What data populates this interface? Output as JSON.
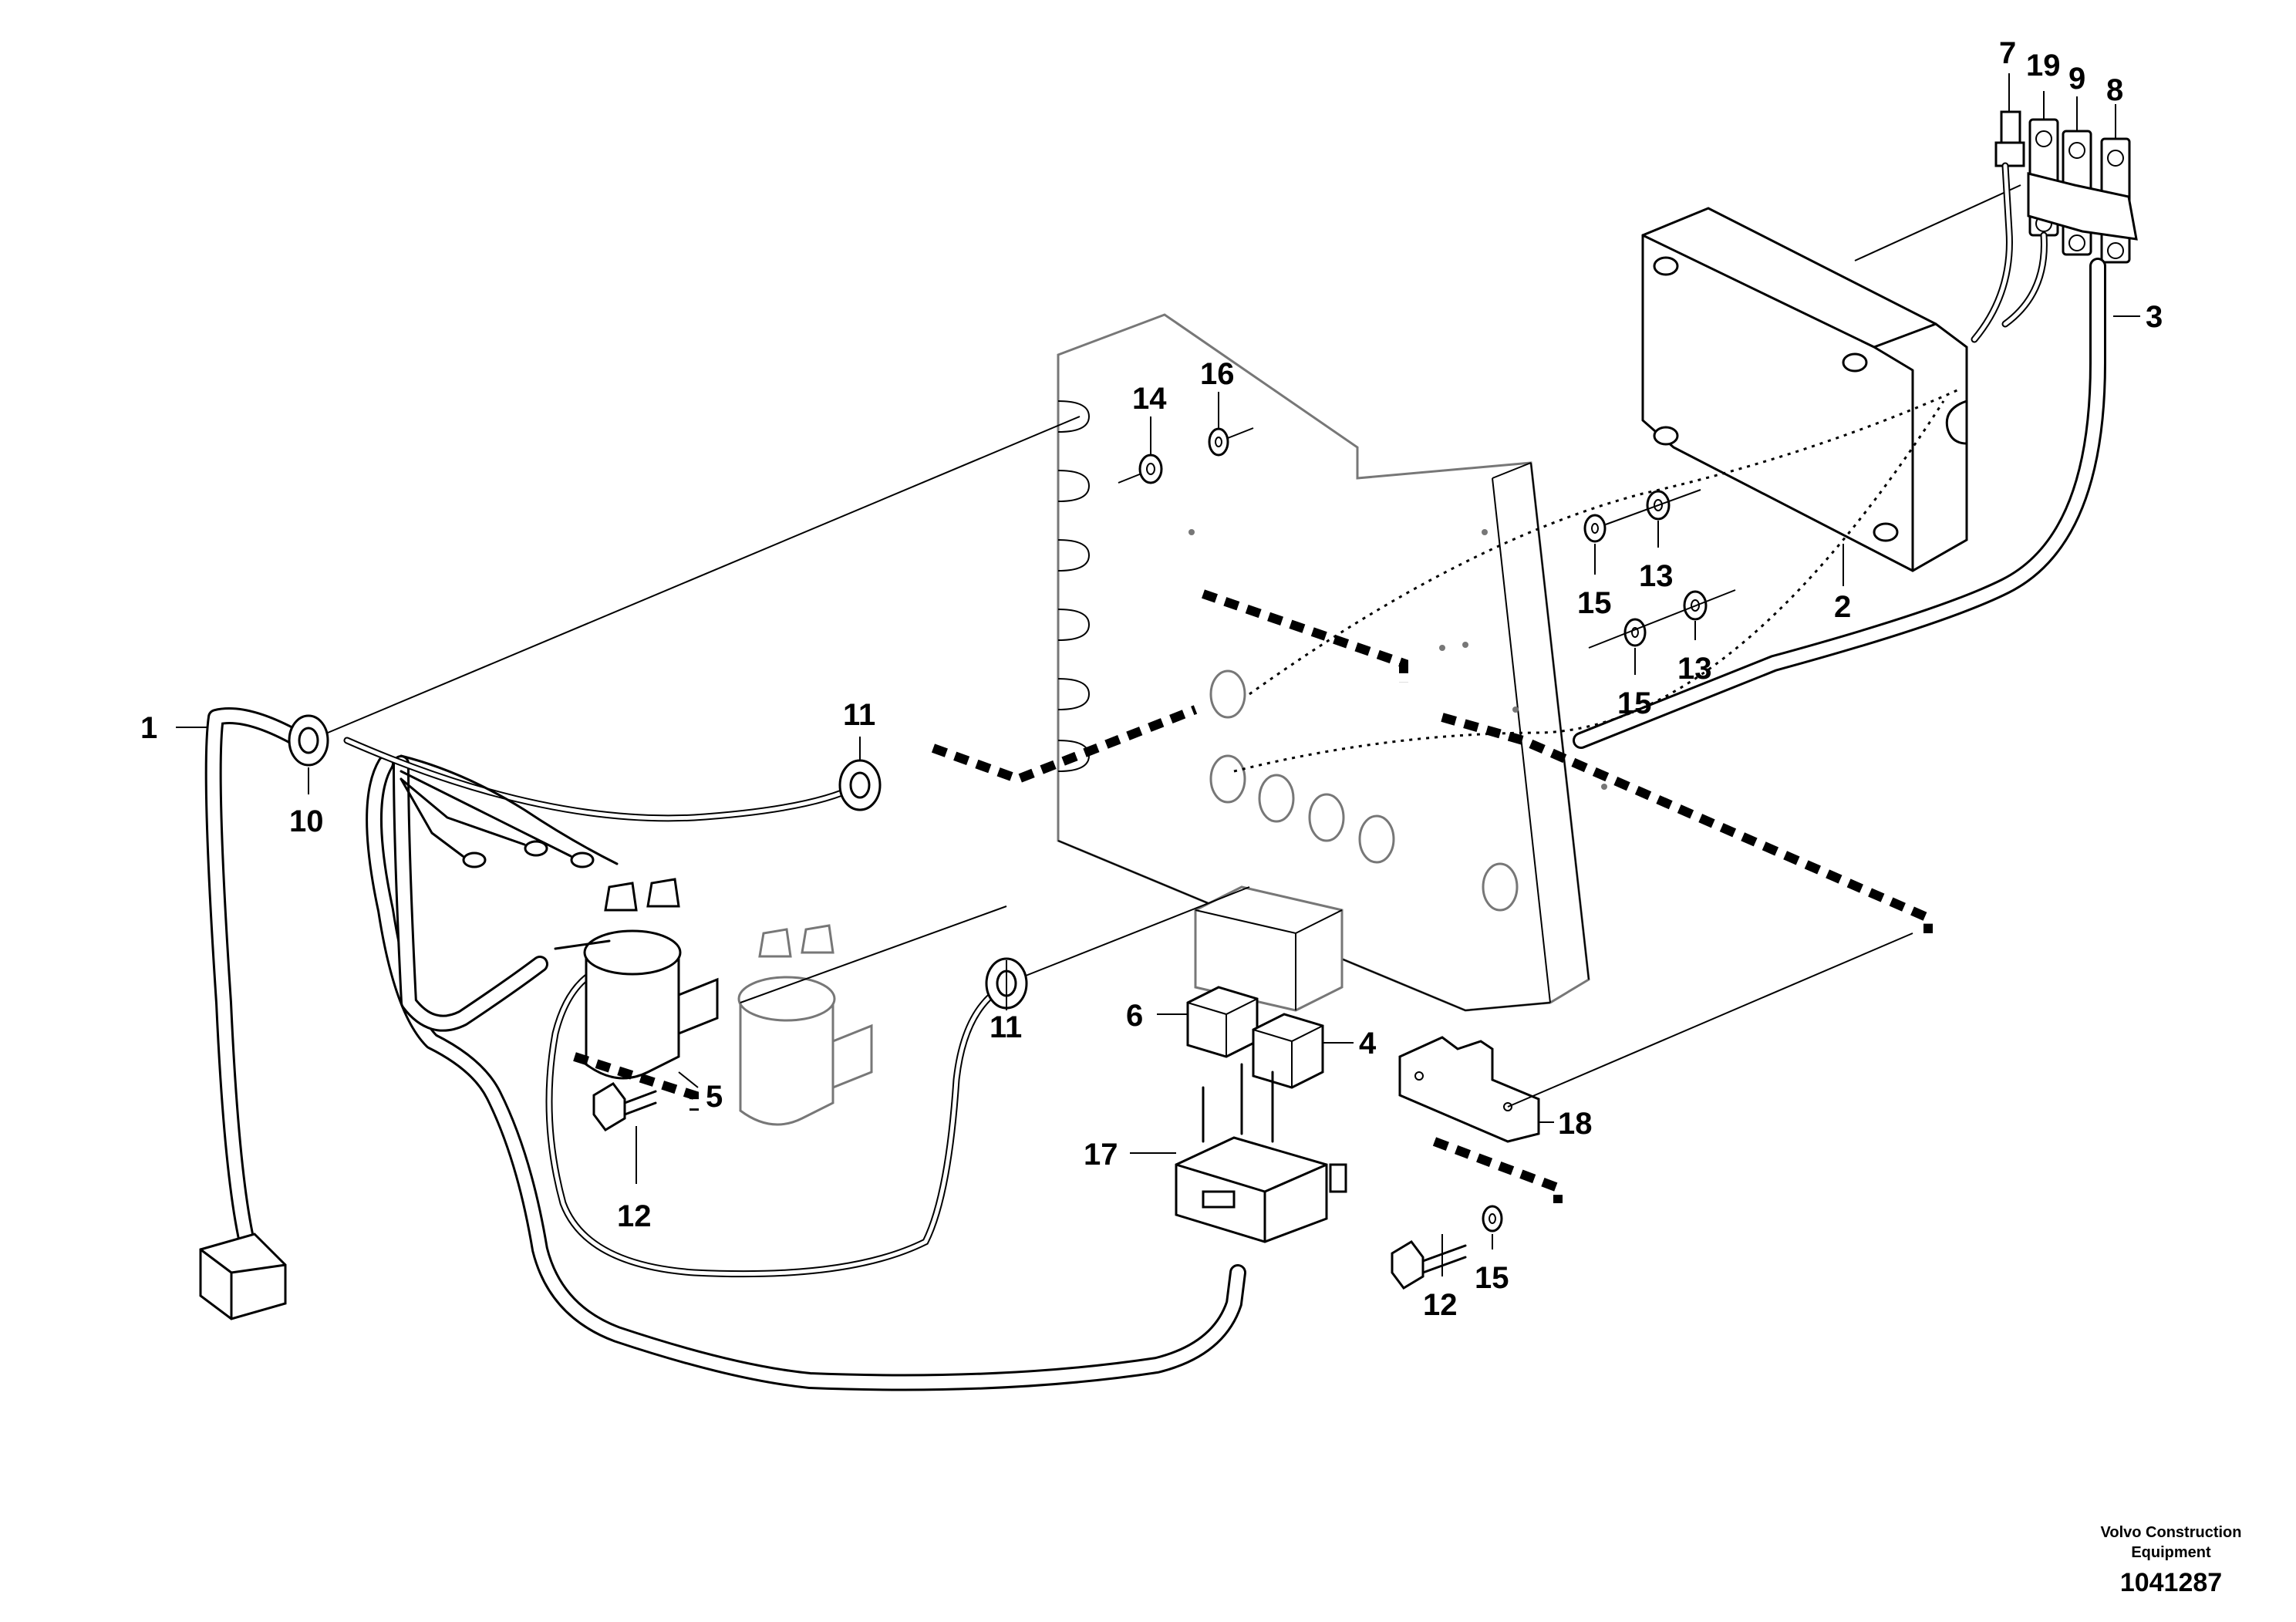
{
  "diagram": {
    "callouts": {
      "c1": "1",
      "c2": "2",
      "c3": "3",
      "c4": "4",
      "c5": "5",
      "c6": "6",
      "c7": "7",
      "c8": "8",
      "c9": "9",
      "c10": "10",
      "c11a": "11",
      "c11b": "11",
      "c12a": "12",
      "c12b": "12",
      "c13a": "13",
      "c13b": "13",
      "c14": "14",
      "c15a": "15",
      "c15b": "15",
      "c15c": "15",
      "c16": "16",
      "c17": "17",
      "c18": "18",
      "c19": "19"
    },
    "footer": {
      "credit_line1": "Volvo Construction",
      "credit_line2": "Equipment",
      "doc_number": "1041287"
    }
  }
}
